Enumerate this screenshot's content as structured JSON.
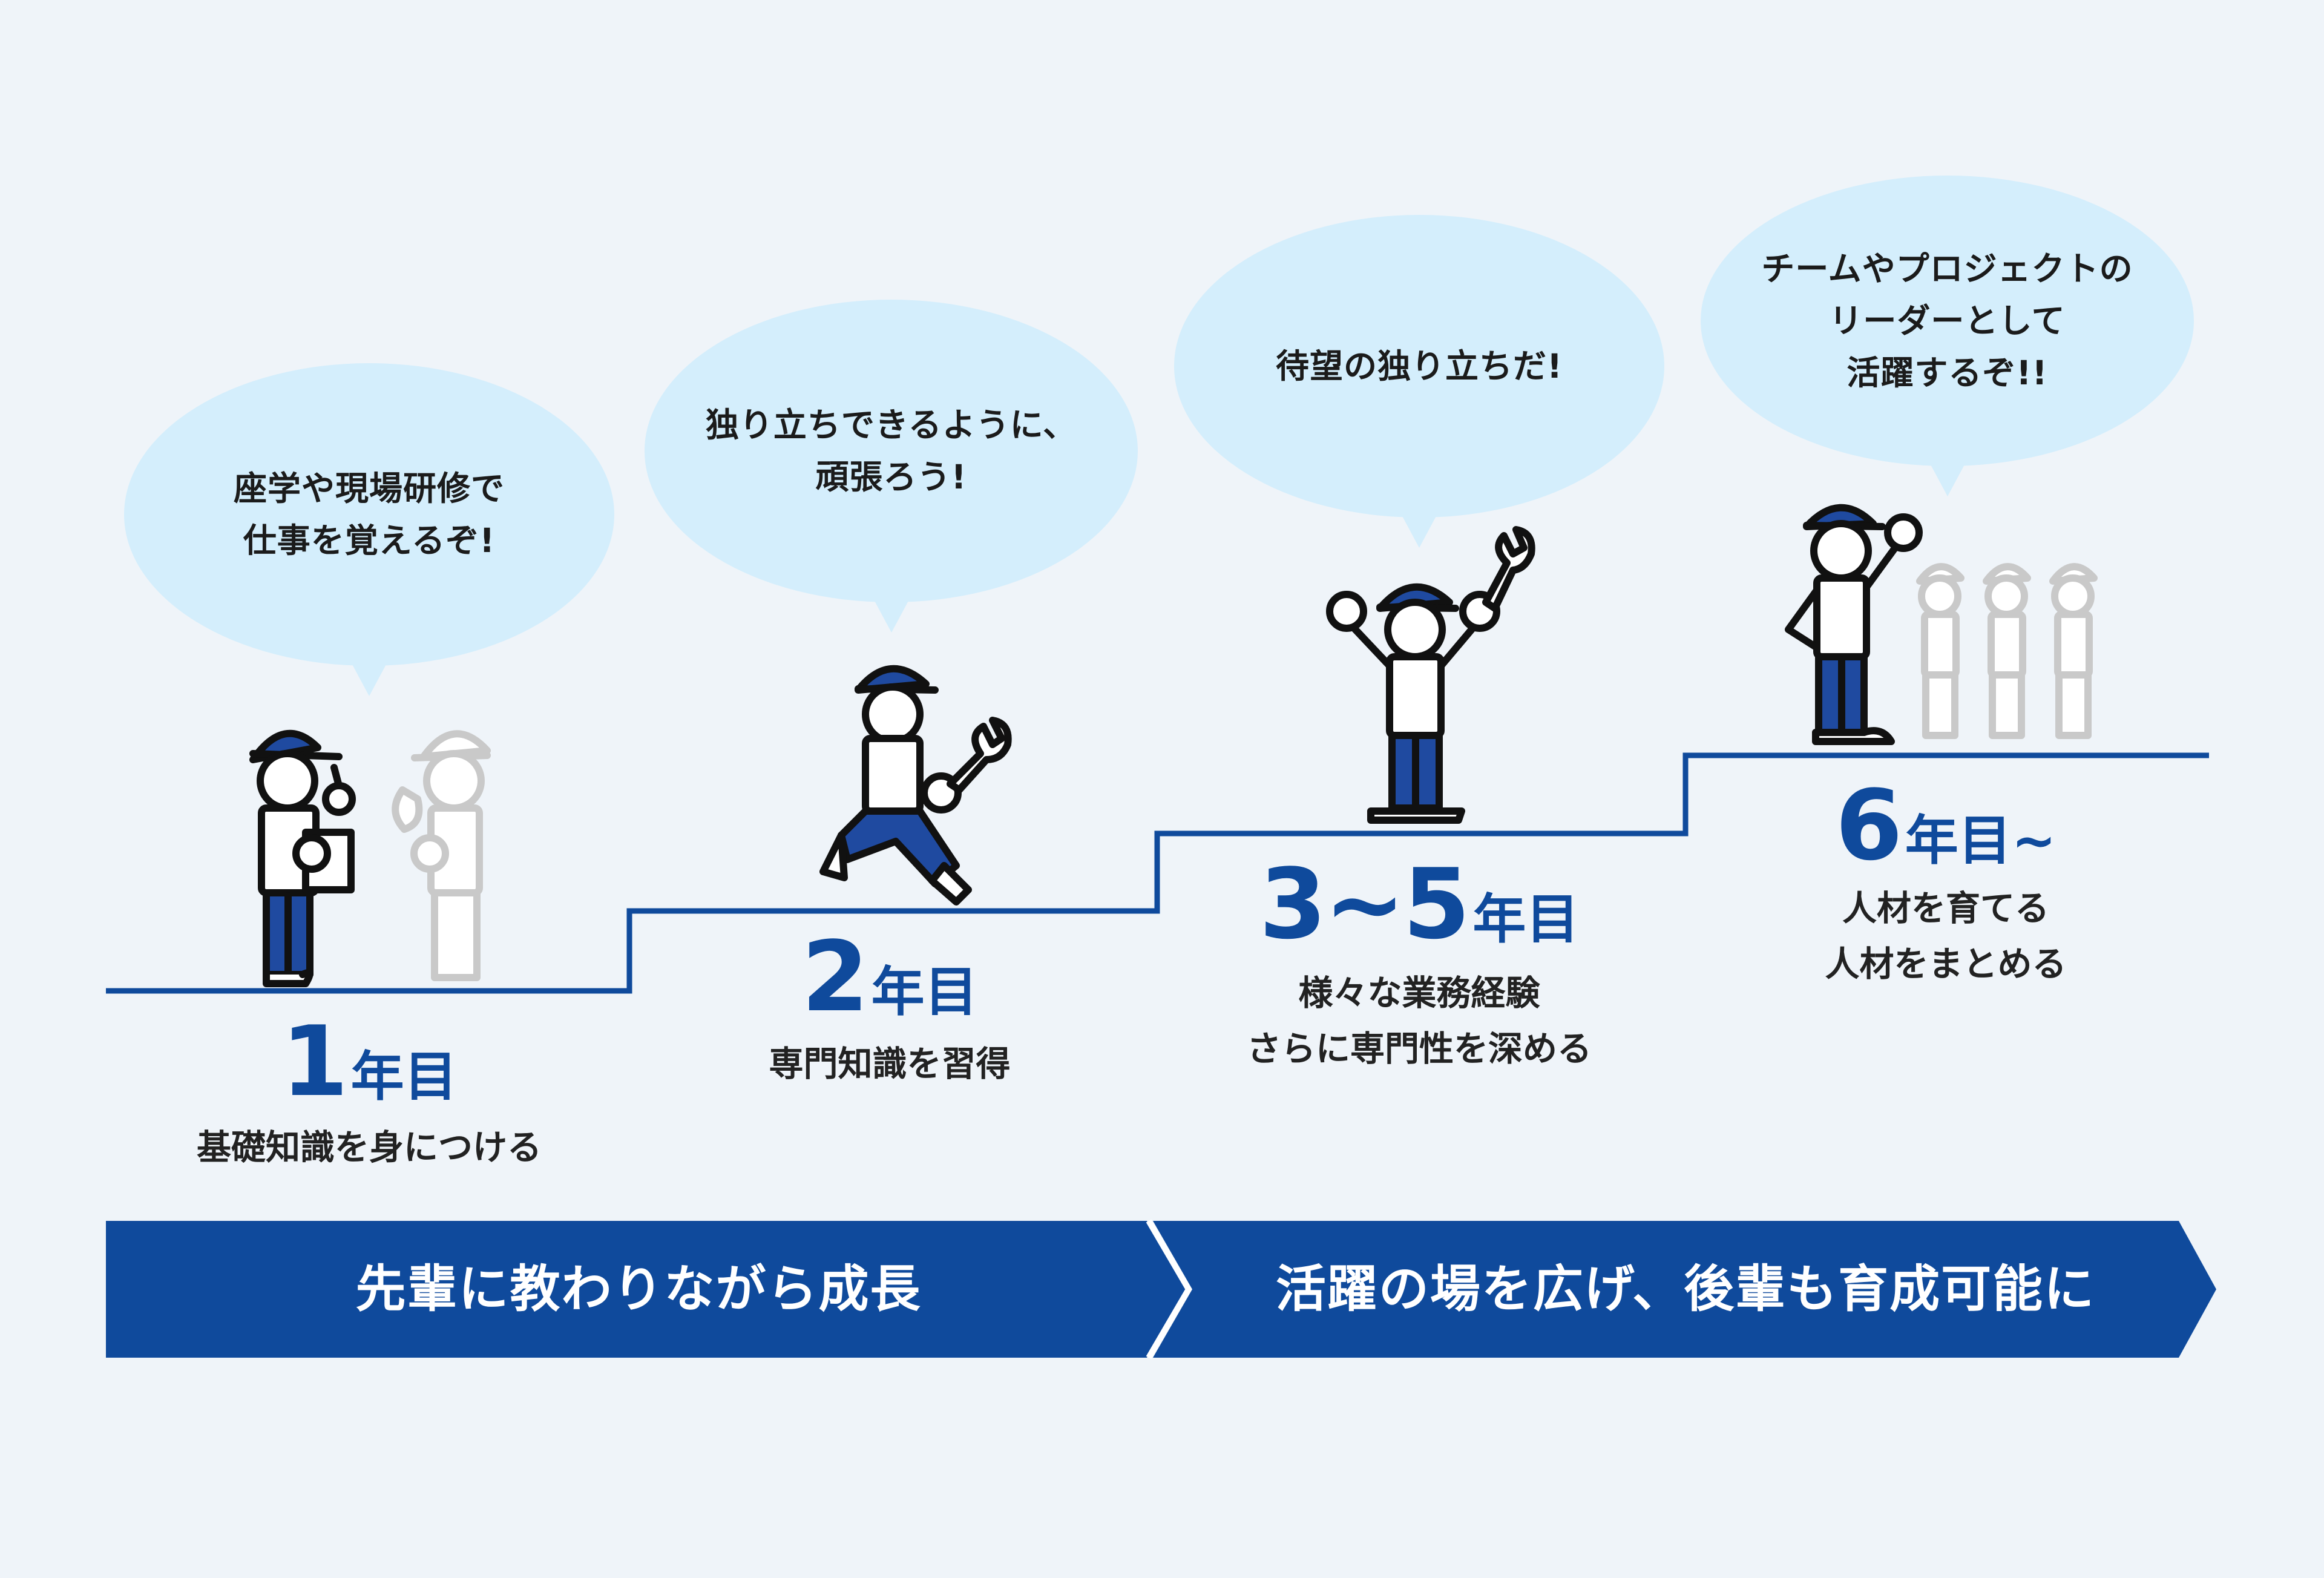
{
  "colors": {
    "navy": "#0f4a9c",
    "bubble": "#d4eefc",
    "background": "#eff4f9",
    "ghost": "#c9c9c9"
  },
  "stages": [
    {
      "bubble": "座学や現場研修で\n仕事を覚えるぞ!",
      "year_num": "1",
      "year_unit": "年目",
      "desc": "基礎知識を身につける"
    },
    {
      "bubble": "独り立ちできるように、\n頑張ろう!",
      "year_num": "2",
      "year_unit": "年目",
      "desc": "専門知識を習得"
    },
    {
      "bubble": "待望の独り立ちだ!",
      "year_num": "3~5",
      "year_unit": "年目",
      "desc": "様々な業務経験\nさらに専門性を深める"
    },
    {
      "bubble": "チームやプロジェクトの\nリーダーとして\n活躍するぞ!!",
      "year_num": "6",
      "year_unit": "年目~",
      "desc": "人材を育てる\n人材をまとめる"
    }
  ],
  "banner": {
    "left": "先輩に教わりながら成長",
    "right": "活躍の場を広げ、後輩も育成可能に"
  },
  "icons": [
    "worker-notepad-icon",
    "ghost-worker-icon",
    "running-worker-wrench-icon",
    "cheering-worker-wrench-icon",
    "leader-worker-icon",
    "ghost-team-icon"
  ]
}
